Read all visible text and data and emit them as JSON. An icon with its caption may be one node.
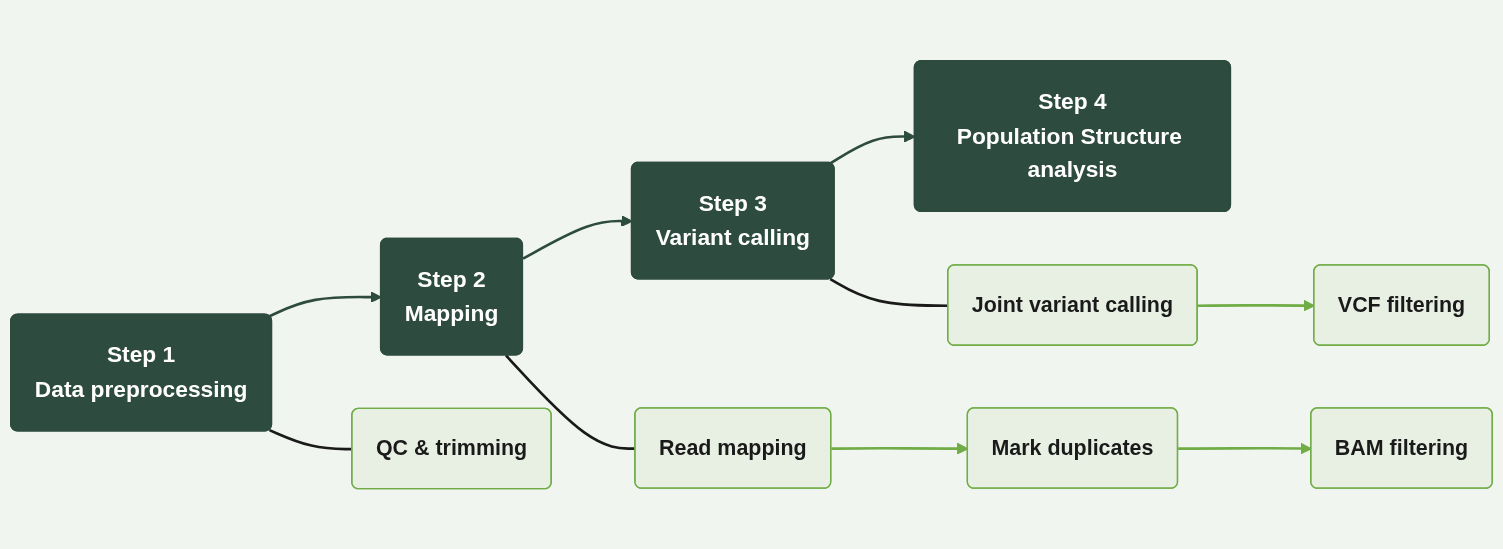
{
  "diagram": {
    "nodes": [
      {
        "text": [
          "Step 1",
          "Data preprocessing"
        ]
      },
      {
        "text": [
          "Step 2",
          "Mapping"
        ]
      },
      {
        "text": [
          "Step 3",
          "Variant calling"
        ]
      },
      {
        "text": [
          "Step 4",
          "Population Structure analysis"
        ]
      },
      {
        "text": [
          "QC & trimming"
        ]
      },
      {
        "text": [
          "Read mapping"
        ]
      },
      {
        "text": [
          "Mark duplicates"
        ]
      },
      {
        "text": [
          "BAM filtering"
        ]
      },
      {
        "text": [
          "Joint variant calling"
        ]
      },
      {
        "text": [
          "VCF filtering"
        ]
      }
    ],
    "edges": [
      {
        "from": 0,
        "to": 1,
        "arrow": "to"
      },
      {
        "from": 1,
        "to": 2,
        "arrow": "to"
      },
      {
        "from": 2,
        "to": 3,
        "arrow": "to"
      },
      {
        "from": 0,
        "to": 4,
        "arrow": "none"
      },
      {
        "from": 1,
        "to": 5,
        "arrow": "none"
      },
      {
        "from": 5,
        "to": 6,
        "arrow": "to",
        "color": "#70ad47"
      },
      {
        "from": 6,
        "to": 7,
        "arrow": "to",
        "color": "#70ad47"
      },
      {
        "from": 2,
        "to": 8,
        "arrow": "none"
      },
      {
        "from": 8,
        "to": 9,
        "arrow": "to",
        "color": "#70ad47"
      }
    ]
  }
}
